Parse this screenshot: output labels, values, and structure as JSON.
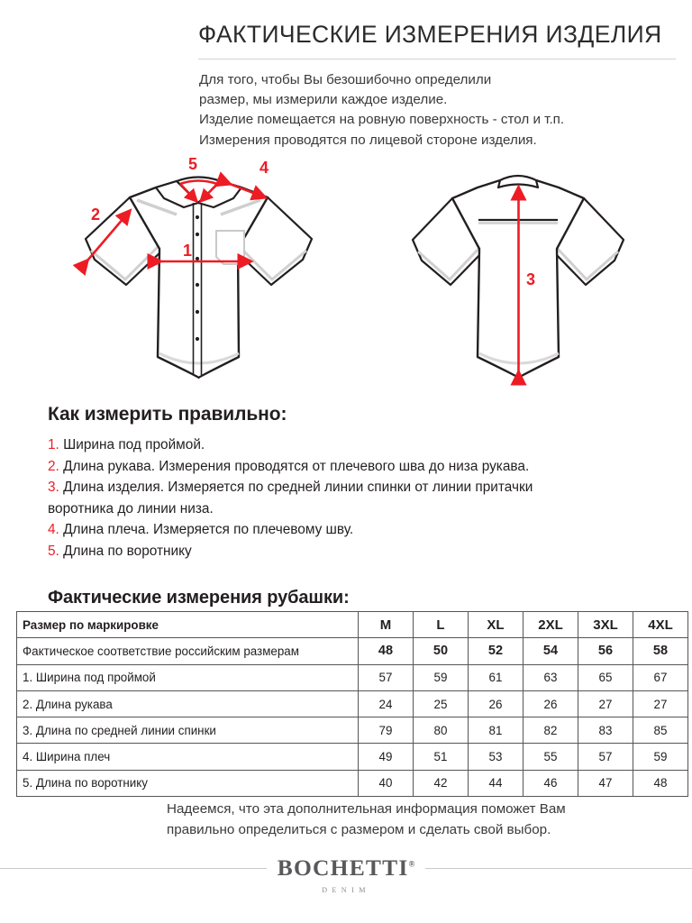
{
  "header": {
    "title": "ФАКТИЧЕСКИЕ ИЗМЕРЕНИЯ ИЗДЕЛИЯ",
    "intro_lines": [
      "Для того, чтобы Вы безошибочно определили",
      "размер, мы измерили каждое изделие.",
      "Изделие помещается на ровную поверхность - стол и т.п.",
      "Измерения проводятся по лицевой стороне изделия."
    ]
  },
  "diagram": {
    "front_view_label": "shirt-front-view",
    "back_view_label": "shirt-back-view",
    "markers": {
      "chest": "1",
      "sleeve": "2",
      "length": "3",
      "shoulder": "4",
      "collar": "5"
    },
    "accent_color": "#ed1c24",
    "outline_color": "#231f20"
  },
  "howto": {
    "title": "Как измерить правильно:",
    "items": [
      {
        "num": "1.",
        "text": "Ширина под проймой."
      },
      {
        "num": "2.",
        "text": "Длина рукава. Измерения проводятся от плечевого шва до низа рукава."
      },
      {
        "num": "3.",
        "text": "Длина изделия. Измеряется по средней линии спинки от линии притачки"
      },
      {
        "num": "",
        "text": "воротника до линии низа."
      },
      {
        "num": "4.",
        "text": "Длина плеча. Измеряется по плечевому шву."
      },
      {
        "num": "5.",
        "text": "Длина по воротнику"
      }
    ]
  },
  "table": {
    "title": "Фактические измерения рубашки:",
    "header": {
      "label": "Размер по маркировке",
      "sizes": [
        "M",
        "L",
        "XL",
        "2XL",
        "3XL",
        "4XL"
      ]
    },
    "rows": [
      {
        "label": "Фактическое соответствие российским размерам",
        "values": [
          "48",
          "50",
          "52",
          "54",
          "56",
          "58"
        ],
        "bold": true
      },
      {
        "label": "1. Ширина под проймой",
        "values": [
          "57",
          "59",
          "61",
          "63",
          "65",
          "67"
        ],
        "bold": false
      },
      {
        "label": "2. Длина рукава",
        "values": [
          "24",
          "25",
          "26",
          "26",
          "27",
          "27"
        ],
        "bold": false
      },
      {
        "label": "3. Длина по средней линии спинки",
        "values": [
          "79",
          "80",
          "81",
          "82",
          "83",
          "85"
        ],
        "bold": false
      },
      {
        "label": "4. Ширина плеч",
        "values": [
          "49",
          "51",
          "53",
          "55",
          "57",
          "59"
        ],
        "bold": false
      },
      {
        "label": "5. Длина по воротнику",
        "values": [
          "40",
          "42",
          "44",
          "46",
          "47",
          "48"
        ],
        "bold": false
      }
    ]
  },
  "footer": {
    "outro_lines": [
      "Надеемся, что эта дополнительная информация поможет Вам",
      "правильно определиться с размером и сделать свой выбор."
    ],
    "brand": "BOCHETTI",
    "brand_mark": "®",
    "brand_sub": "DENIM"
  }
}
